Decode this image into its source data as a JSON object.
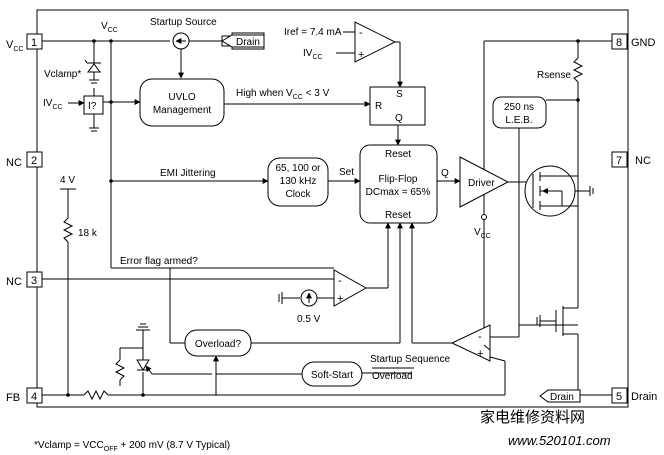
{
  "pins": {
    "p1": {
      "num": "1",
      "name": "V",
      "sub": "CC"
    },
    "p2": {
      "num": "2",
      "name": "NC"
    },
    "p3": {
      "num": "3",
      "name": "NC"
    },
    "p4": {
      "num": "4",
      "name": "FB"
    },
    "p5": {
      "num": "5",
      "name": "Drain"
    },
    "p7": {
      "num": "7",
      "name": "NC"
    },
    "p8": {
      "num": "8",
      "name": "GND"
    }
  },
  "labels": {
    "vcc_top": "V",
    "vcc_top_sub": "CC",
    "startup_source": "Startup Source",
    "drain_tag": "Drain",
    "iref": "Iref = 7.4 mA",
    "ivcc_top": "IV",
    "ivcc_top_sub": "CC",
    "vclamp": "Vclamp*",
    "ivcc_left": "IV",
    "ivcc_left_sub": "CC",
    "question_box": "I?",
    "uvlo_line1": "UVLO",
    "uvlo_line2": "Management",
    "high_when_a": "High when V",
    "high_when_sub": "CC",
    "high_when_b": " < 3 V",
    "latch_s": "S",
    "latch_r": "R",
    "latch_q": "Q",
    "rsense": "Rsense",
    "leb_line1": "250 ns",
    "leb_line2": "L.E.B.",
    "emi": "EMI Jittering",
    "clock_line1": "65, 100 or",
    "clock_line2": "130 kHz",
    "clock_line3": "Clock",
    "set": "Set",
    "ff_reset_top": "Reset",
    "ff_line1": "Flip-Flop",
    "ff_line2": "DCmax = 65%",
    "ff_reset_bottom": "Reset",
    "q_out": "Q",
    "driver": "Driver",
    "vcc_driver": "V",
    "vcc_driver_sub": "CC",
    "four_volt": "4 V",
    "r18k": "18 k",
    "error_flag": "Error flag armed?",
    "ref_05v": "0.5 V",
    "overload": "Overload?",
    "soft_start": "Soft-Start",
    "startup_sequence": "Startup Sequence",
    "overload_bar": "Overload",
    "drain_bottom_tag": "Drain",
    "footnote": "*Vclamp = VCC",
    "footnote_sub": "OFF",
    "footnote_b": " + 200 mV (8.7 V Typical)",
    "watermark_cn": "家电维修资料网",
    "watermark_url": "www.520101.com"
  }
}
